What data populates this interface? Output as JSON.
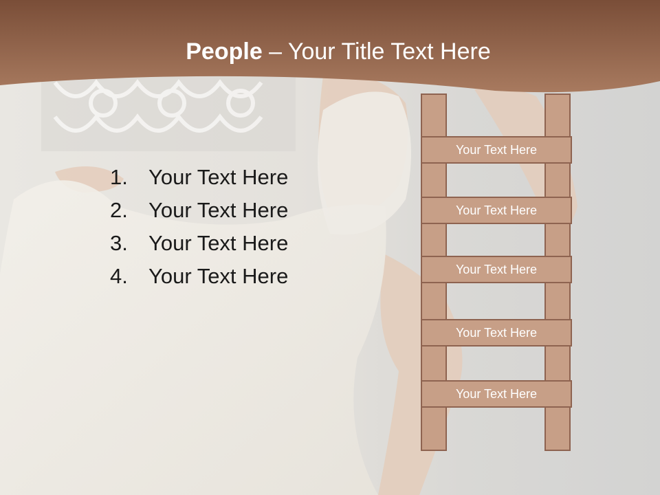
{
  "slide": {
    "title_bold": "People",
    "title_rest": " – Your Title Text Here",
    "list": [
      {
        "num": "1.",
        "text": "Your Text Here"
      },
      {
        "num": "2.",
        "text": "Your Text Here"
      },
      {
        "num": "3.",
        "text": "Your Text Here"
      },
      {
        "num": "4.",
        "text": "Your Text Here"
      }
    ],
    "ladder_rungs": [
      {
        "text": "Your Text Here"
      },
      {
        "text": "Your Text Here"
      },
      {
        "text": "Your Text Here"
      },
      {
        "text": "Your Text Here"
      },
      {
        "text": "Your Text Here"
      }
    ]
  },
  "colors": {
    "header_brown": "#9a6a50",
    "ladder_fill": "#c79f87",
    "ladder_border": "#8e6350"
  }
}
